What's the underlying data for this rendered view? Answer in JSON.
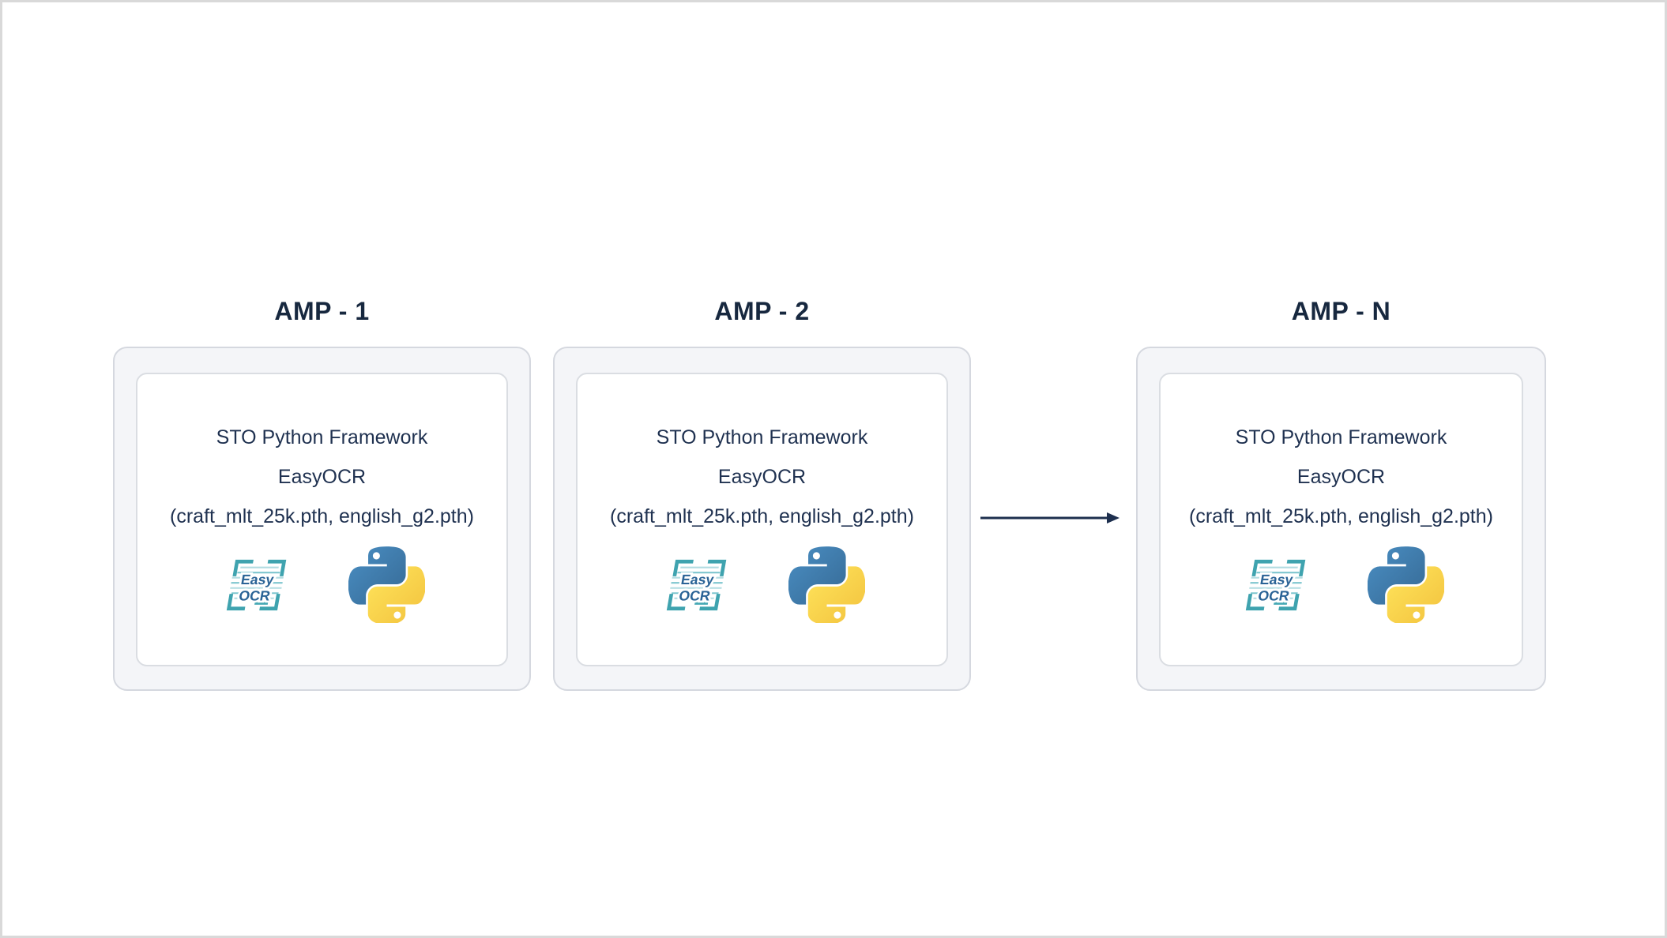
{
  "diagram": {
    "groups": [
      {
        "id": "amp-1",
        "title": "AMP - 1",
        "framework_lines": [
          "STO Python Framework",
          "EasyOCR",
          "(craft_mlt_25k.pth, english_g2.pth)"
        ],
        "icons": [
          "easyocr-icon",
          "python-icon"
        ]
      },
      {
        "id": "amp-2",
        "title": "AMP - 2",
        "framework_lines": [
          "STO Python Framework",
          "EasyOCR",
          "(craft_mlt_25k.pth, english_g2.pth)"
        ],
        "icons": [
          "easyocr-icon",
          "python-icon"
        ]
      },
      {
        "id": "amp-n",
        "title": "AMP - N",
        "framework_lines": [
          "STO Python Framework",
          "EasyOCR",
          "(craft_mlt_25k.pth, english_g2.pth)"
        ],
        "icons": [
          "easyocr-icon",
          "python-icon"
        ]
      }
    ],
    "connector": {
      "type": "arrow",
      "direction": "right",
      "from": "AMP - 2",
      "to": "AMP - N"
    },
    "easyocr_icon_label": {
      "line1": "Easy",
      "line2": "OCR"
    },
    "colors": {
      "title_text": "#17283f",
      "body_text": "#1f3150",
      "outer_card_fill": "#f4f5f8",
      "outer_card_border": "#d5d8df",
      "inner_card_fill": "#ffffff",
      "inner_card_border": "#dadde2",
      "arrow": "#1d2f4e",
      "easyocr_teal": "#3fa3af",
      "easyocr_text_blue": "#2a6396",
      "python_blue": "#387eb8",
      "python_yellow": "#ffd43b",
      "page_border": "#d9d9d9"
    }
  }
}
